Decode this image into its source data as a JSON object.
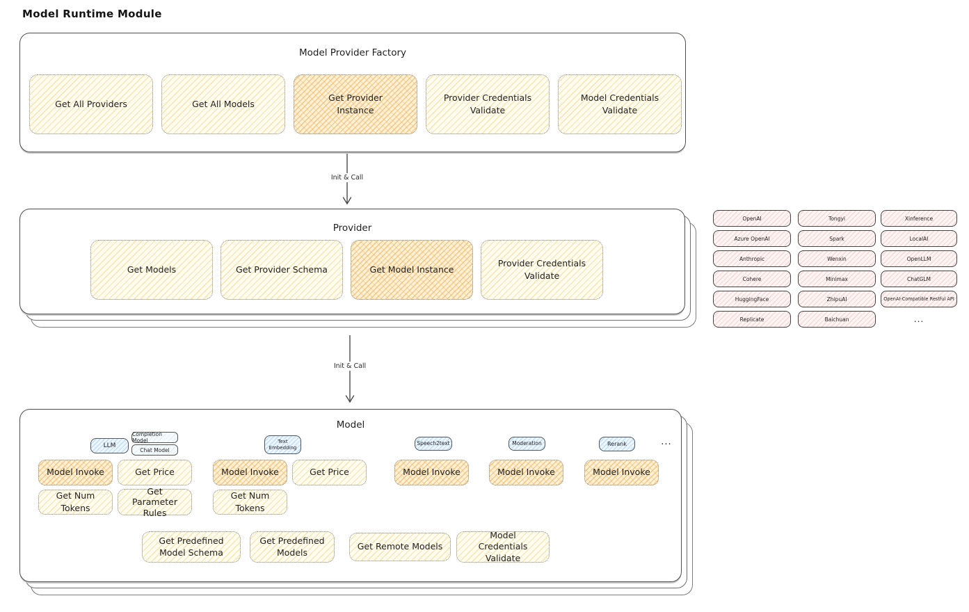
{
  "title": "Model Runtime Module",
  "colors": {
    "ink": "#1f1f1f",
    "yellow_fill": "#fff9e6",
    "orange_highlight": "#f2ae50",
    "pink_fill": "#fdeeee",
    "blue_fill": "#d9ecfb"
  },
  "factory": {
    "title": "Model Provider Factory",
    "buttons": [
      {
        "label": "Get All Providers",
        "highlight": false
      },
      {
        "label": "Get All Models",
        "highlight": false
      },
      {
        "label": "Get Provider Instance",
        "highlight": true
      },
      {
        "label": "Provider Credentials Validate",
        "highlight": false
      },
      {
        "label": "Model Credentials Validate",
        "highlight": false
      }
    ]
  },
  "arrows": {
    "first_label": "Init & Call",
    "second_label": "Init & Call"
  },
  "provider": {
    "title": "Provider",
    "buttons": [
      {
        "label": "Get Models",
        "highlight": false
      },
      {
        "label": "Get Provider Schema",
        "highlight": false
      },
      {
        "label": "Get Model Instance",
        "highlight": true
      },
      {
        "label": "Provider Credentials Validate",
        "highlight": false
      }
    ]
  },
  "provider_list": {
    "col1": [
      "OpenAI",
      "Azure OpenAI",
      "Anthropic",
      "Cohere",
      "HuggingFace",
      "Replicate"
    ],
    "col2": [
      "Tongyi",
      "Spark",
      "Wenxin",
      "Minimax",
      "ZhipuAI",
      "Baichuan"
    ],
    "col3": [
      "Xinference",
      "LocalAI",
      "OpenLLM",
      "ChatGLM",
      "OpenAI-Compatible Restful API"
    ],
    "more": "..."
  },
  "model": {
    "title": "Model",
    "tags": {
      "llm": "LLM",
      "completion": "Completion Model",
      "chat": "Chat Model",
      "text_embedding": "Text Embedding",
      "speech2text": "Speech2text",
      "moderation": "Moderation",
      "rerank": "Rerank",
      "more": "..."
    },
    "buttons": {
      "model_invoke": "Model Invoke",
      "get_price": "Get Price",
      "get_num_tokens": "Get Num Tokens",
      "get_parameter_rules": "Get Parameter Rules",
      "get_predefined_model_schema": "Get Predefined Model Schema",
      "get_predefined_models": "Get Predefined Models",
      "get_remote_models": "Get Remote Models",
      "model_credentials_validate": "Model Credentials Validate"
    }
  }
}
